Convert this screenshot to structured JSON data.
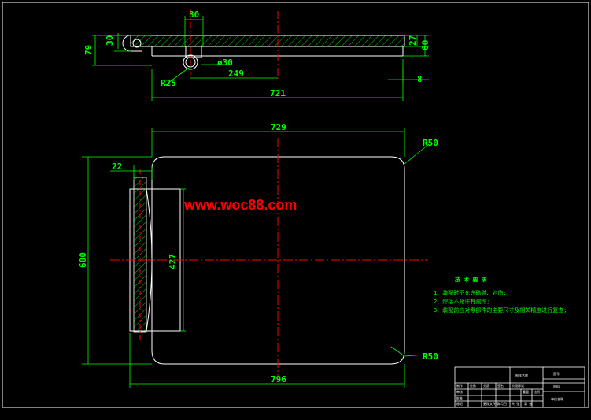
{
  "colors": {
    "background": "#000000",
    "outline": "#ffffff",
    "dimension": "#00ff00",
    "centerline": "#ff0000",
    "watermark": "#ff0000",
    "hatch": "#00ff00",
    "notes": "#00ff00",
    "titleblock": "#ffffff"
  },
  "watermark": "www.woc88.com",
  "top_view": {
    "dims": {
      "d30_top": "30",
      "d30_left": "30",
      "d79": "79",
      "d27": "27",
      "d60": "60",
      "dia30": "ø30",
      "d249": "249",
      "r25": "R25",
      "d8": "8",
      "d721": "721"
    }
  },
  "plan_view": {
    "dims": {
      "d729": "729",
      "r50_top": "R50",
      "r50_bottom": "R50",
      "d22": "22",
      "d600": "600",
      "d427": "427",
      "d796": "796"
    }
  },
  "notes": {
    "title": "技 术 要 求",
    "items": [
      "1、装配时不允许磕碰、划伤;",
      "2、焊接不允许有漏焊;",
      "3、装配前应对零部件的主要尺寸及相关精度进行复查;"
    ]
  },
  "title_block": {
    "cells": [
      "制作",
      "审核",
      "批准",
      "标记",
      "处数",
      "分区",
      "更改文件号",
      "签名",
      "年月日",
      "阶段标记",
      "重量",
      "比例",
      "共 张",
      "第 张",
      "图样名称",
      "图号",
      "材料",
      "单位名称"
    ]
  }
}
